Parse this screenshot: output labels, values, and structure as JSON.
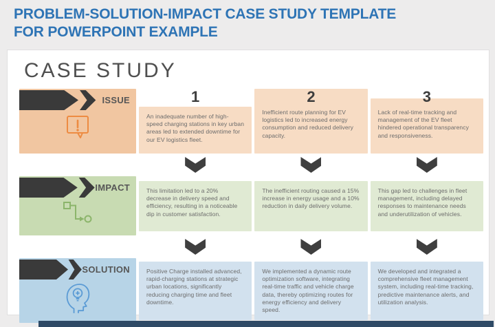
{
  "header": {
    "title_line1": "PROBLEM-SOLUTION-IMPACT CASE STUDY TEMPLATE",
    "title_line2": "FOR POWERPOINT EXAMPLE"
  },
  "slide": {
    "title": "CASE STUDY",
    "column_numbers": [
      "1",
      "2",
      "3"
    ],
    "rows": [
      {
        "label": "ISSUE",
        "icon": "speech-bubble-exclamation-icon",
        "cells": [
          "An inadequate number of high-speed charging stations in key urban areas led to extended downtime for our EV logistics fleet.",
          "Inefficient route planning for EV logistics led to increased energy consumption and reduced delivery capacity.",
          "Lack of real-time tracking and management of the EV fleet hindered operational transparency and responsiveness."
        ]
      },
      {
        "label": "IMPACT",
        "icon": "process-flow-icon",
        "cells": [
          "This limitation led to a 20% decrease in delivery speed and efficiency, resulting in a noticeable dip in customer satisfaction.",
          "The inefficient routing caused a 15% increase in energy usage and a 10% reduction in daily delivery volume.",
          "This gap led to challenges in fleet management, including delayed responses to maintenance needs and underutilization of vehicles."
        ]
      },
      {
        "label": "SOLUTION",
        "icon": "head-lightbulb-icon",
        "cells": [
          "Positive Charge installed advanced, rapid-charging stations at strategic urban locations, significantly reducing charging time and fleet downtime.",
          "We implemented a dynamic route optimization software, integrating real-time traffic and vehicle charge data, thereby optimizing routes for energy efficiency and delivery speed.",
          "We developed and integrated a comprehensive fleet management system, including real-time tracking, predictive maintenance alerts, and utilization analysis."
        ]
      }
    ]
  },
  "colors": {
    "title_blue": "#2e74b5",
    "page_background": "#edecec",
    "chevron_dark": "#3a3a3a",
    "issue_panel": "#f1c6a1",
    "issue_box": "#f7dcc4",
    "issue_accent": "#ed8b42",
    "impact_panel": "#c8dbb2",
    "impact_box": "#e0ead3",
    "impact_accent": "#8cb56b",
    "solution_panel": "#b7d4e7",
    "solution_box": "#d2e1ee",
    "solution_accent": "#5b9bd5",
    "bottom_bar": "#2f4a66"
  }
}
